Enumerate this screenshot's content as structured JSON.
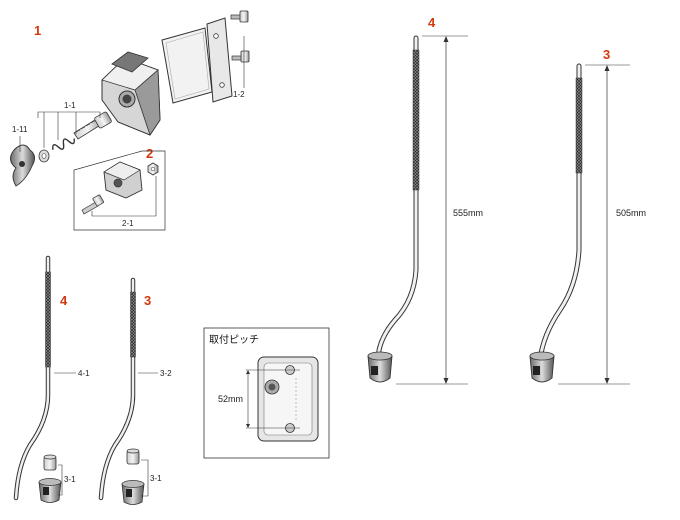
{
  "accent_color": "#d4380d",
  "line_color": "#333333",
  "part_numbers": {
    "n1": "1",
    "n2": "2",
    "n3_small": "3",
    "n4_small": "4",
    "n4_large": "4",
    "n3_large": "3"
  },
  "labels": {
    "l1_1": "1-1",
    "l1_11": "1-11",
    "l1_2": "1-2",
    "l2_1": "2-1",
    "l4_1": "4-1",
    "l3_2": "3-2",
    "l3_1_a": "3-1",
    "l3_1_b": "3-1"
  },
  "dimensions": {
    "pitch_title": "取付ピッチ",
    "pitch_value": "52mm",
    "length_4": "555mm",
    "length_3": "505mm"
  }
}
